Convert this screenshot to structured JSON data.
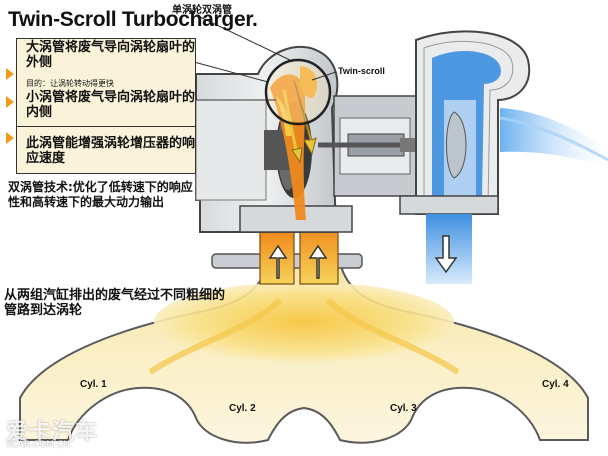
{
  "title": "Twin-Scroll Turbocharger.",
  "title_cn": "单涡轮双涡管",
  "callout1": {
    "line1": "大涡管将废气导向涡轮扇叶的外侧",
    "small": "目的：让涡轮转动得更快",
    "line2": "小涡管将废气导向涡轮扇叶的内侧"
  },
  "callout2": "此涡管能增强涡轮增压器的响应速度",
  "tech_note": "双涡管技术:优化了低转速下的响应性和高转速下的最大动力输出",
  "twin_scroll_label": "Twin-scroll",
  "exhaust_note": "从两组汽缸排出的废气经过不同粗细的管路到达涡轮",
  "cylinders": [
    "Cyl. 1",
    "Cyl. 2",
    "Cyl. 3",
    "Cyl. 4"
  ],
  "watermark": {
    "brand": "爱卡汽车",
    "url": "XCAR.COM.CN"
  },
  "colors": {
    "exhaust_hot": "#f08a1c",
    "exhaust_warm": "#f5d75a",
    "intake_cool": "#3d8fe0",
    "housing": "#c8ccd0",
    "callout_bg": "#fbf3d9",
    "marker": "#f39a1b"
  }
}
